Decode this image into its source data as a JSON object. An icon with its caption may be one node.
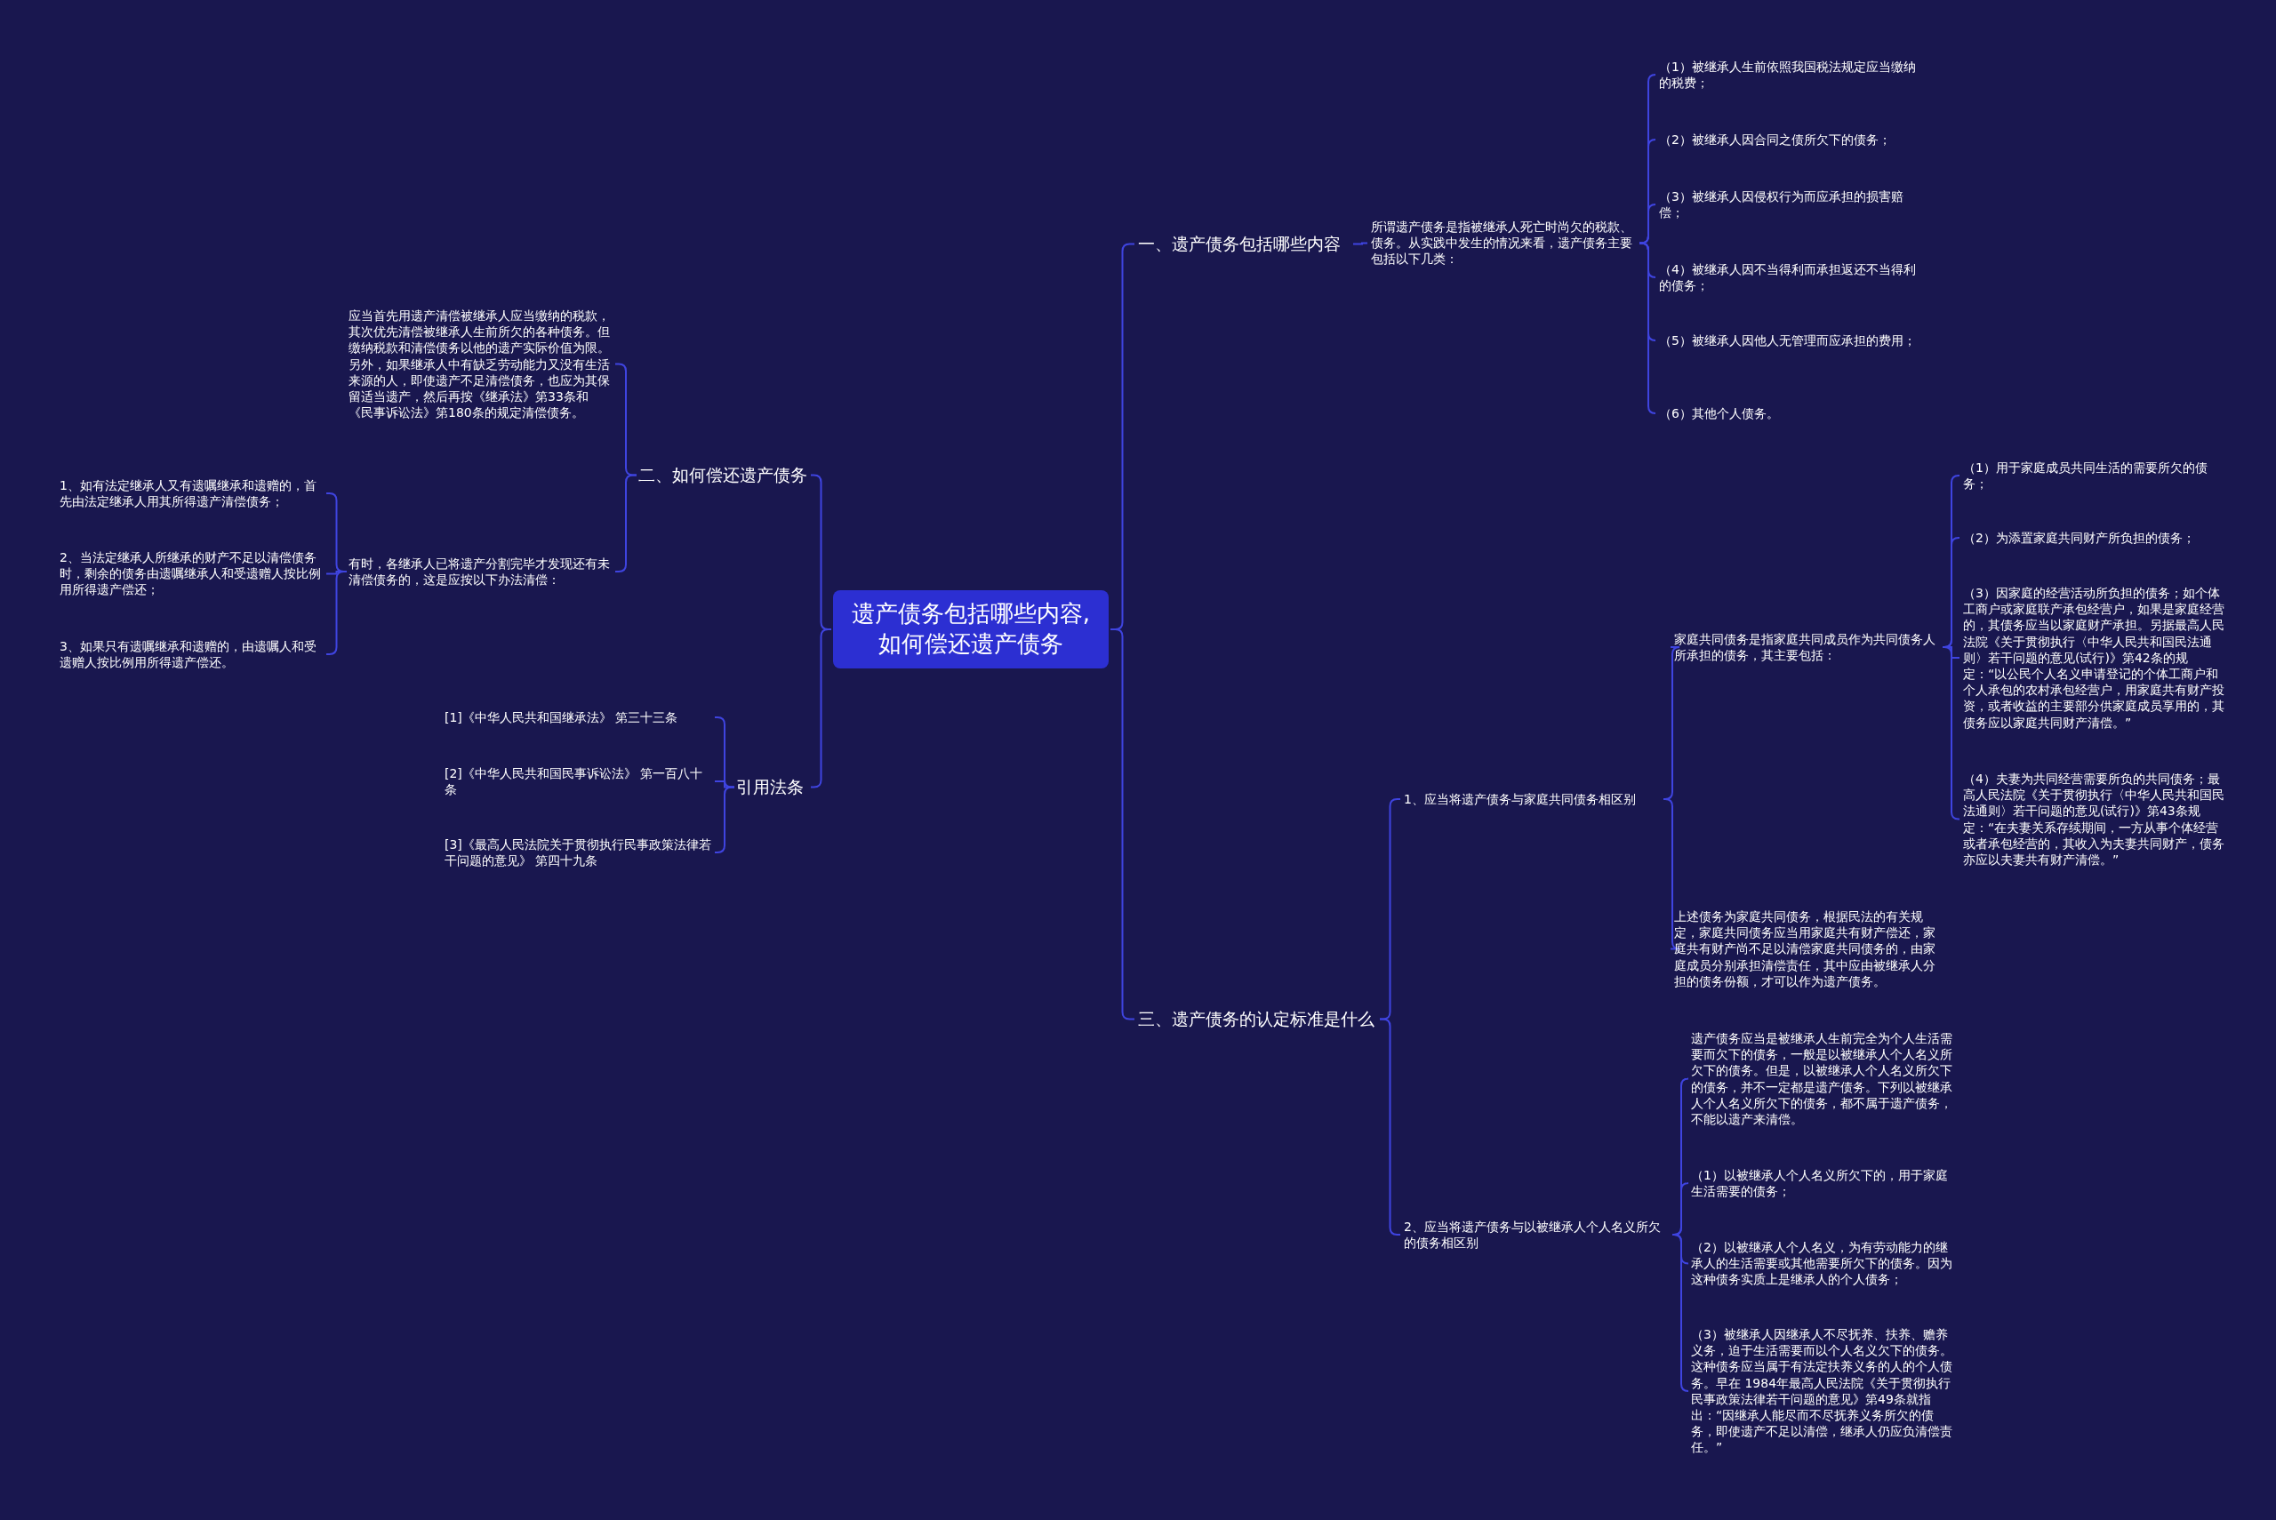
{
  "diagram": {
    "nodes": [
      {
        "text": [
          "遗产债务包括哪些内容,如何偿还遗产债务"
        ]
      },
      {
        "text": [
          "一、遗产债务包括哪些内容"
        ]
      },
      {
        "text": [
          "所谓遗产债务是指被继承人死亡时尚欠的税款、债务。从实践中发生的情况来看，遗产债务主要包括以下几类："
        ]
      },
      {
        "text": [
          "（1）被继承人生前依照我国税法规定应当缴纳的税费；"
        ]
      },
      {
        "text": [
          "（2）被继承人因合同之债所欠下的债务；"
        ]
      },
      {
        "text": [
          "（3）被继承人因侵权行为而应承担的损害赔偿；"
        ]
      },
      {
        "text": [
          "（4）被继承人因不当得利而承担返还不当得利的债务；"
        ]
      },
      {
        "text": [
          "（5）被继承人因他人无管理而应承担的费用；"
        ]
      },
      {
        "text": [
          "（6）其他个人债务。"
        ]
      },
      {
        "text": [
          "三、遗产债务的认定标准是什么"
        ]
      },
      {
        "text": [
          "1、应当将遗产债务与家庭共同债务相区别"
        ]
      },
      {
        "text": [
          "家庭共同债务是指家庭共同成员作为共同债务人所承担的债务，其主要包括："
        ]
      },
      {
        "text": [
          "（1）用于家庭成员共同生活的需要所欠的债务；"
        ]
      },
      {
        "text": [
          "（2）为添置家庭共同财产所负担的债务；"
        ]
      },
      {
        "text": [
          "（3）因家庭的经营活动所负担的债务；如个体工商户或家庭联产承包经营户，如果是家庭经营的，其债务应当以家庭财产承担。另据最高人民法院《关于贯彻执行〈中华人民共和国民法通则〉若干问题的意见(试行)》第42条的规定：“以公民个人名义申请登记的个体工商户和个人承包的农村承包经营户，用家庭共有财产投资，或者收益的主要部分供家庭成员享用的，其债务应以家庭共同财产清偿。”"
        ]
      },
      {
        "text": [
          "（4）夫妻为共同经营需要所负的共同债务；最高人民法院《关于贯彻执行〈中华人民共和国民法通则〉若干问题的意见(试行)》第43条规定：“在夫妻关系存续期间，一方从事个体经营或者承包经营的，其收入为夫妻共同财产，债务亦应以夫妻共有财产清偿。”"
        ]
      },
      {
        "text": [
          "上述债务为家庭共同债务，根据民法的有关规定，家庭共同债务应当用家庭共有财产偿还，家庭共有财产尚不足以清偿家庭共同债务的，由家庭成员分别承担清偿责任，其中应由被继承人分担的债务份额，才可以作为遗产债务。"
        ]
      },
      {
        "text": [
          "2、应当将遗产债务与以被继承人个人名义所欠的债务相区别"
        ]
      },
      {
        "text": [
          "遗产债务应当是被继承人生前完全为个人生活需要而欠下的债务，一般是以被继承人个人名义所欠下的债务。但是，以被继承人个人名义所欠下的债务，并不一定都是遗产债务。下列以被继承人个人名义所欠下的债务，都不属于遗产债务，不能以遗产来清偿。"
        ]
      },
      {
        "text": [
          "（1）以被继承人个人名义所欠下的，用于家庭生活需要的债务；"
        ]
      },
      {
        "text": [
          "（2）以被继承人个人名义，为有劳动能力的继承人的生活需要或其他需要所欠下的债务。因为这种债务实质上是继承人的个人债务；"
        ]
      },
      {
        "text": [
          "（3）被继承人因继承人不尽抚养、扶养、赡养义务，迫于生活需要而以个人名义欠下的债务。这种债务应当属于有法定扶养义务的人的个人债务。早在 1984年最高人民法院《关于贯彻执行民事政策法律若干问题的意见》第49条就指出：“因继承人能尽而不尽抚养义务所欠的债务，即使遗产不足以清偿，继承人仍应负清偿责任。”"
        ]
      },
      {
        "text": [
          "二、如何偿还遗产债务"
        ]
      },
      {
        "text": [
          "应当首先用遗产清偿被继承人应当缴纳的税款，其次优先清偿被继承人生前所欠的各种债务。但缴纳税款和清偿债务以他的遗产实际价值为限。另外，如果继承人中有缺乏劳动能力又没有生活来源的人，即使遗产不足清偿债务，也应为其保留适当遗产，然后再按《继承法》第33条和《民事诉讼法》第180条的规定清偿债务。"
        ]
      },
      {
        "text": [
          "有时，各继承人已将遗产分割完毕才发现还有未清偿债务的，这是应按以下办法清偿："
        ]
      },
      {
        "text": [
          "1、如有法定继承人又有遗嘱继承和遗赠的，首先由法定继承人用其所得遗产清偿债务；"
        ]
      },
      {
        "text": [
          "2、当法定继承人所继承的财产不足以清偿债务时，剩余的债务由遗嘱继承人和受遗赠人按比例用所得遗产偿还；"
        ]
      },
      {
        "text": [
          "3、如果只有遗嘱继承和遗赠的，由遗嘱人和受遗赠人按比例用所得遗产偿还。"
        ]
      },
      {
        "text": [
          "引用法条"
        ]
      },
      {
        "text": [
          "[1]《中华人民共和国继承法》 第三十三条"
        ]
      },
      {
        "text": [
          "[2]《中华人民共和国民事诉讼法》 第一百八十条"
        ]
      },
      {
        "text": [
          "[3]《最高人民法院关于贯彻执行民事政策法律若干问题的意见》 第四十九条"
        ]
      }
    ],
    "edges": [
      {
        "from": 0,
        "to": 1,
        "arrow": "none"
      },
      {
        "from": 1,
        "to": 2,
        "arrow": "none"
      },
      {
        "from": 2,
        "to": 3,
        "arrow": "none"
      },
      {
        "from": 2,
        "to": 4,
        "arrow": "none"
      },
      {
        "from": 2,
        "to": 5,
        "arrow": "none"
      },
      {
        "from": 2,
        "to": 6,
        "arrow": "none"
      },
      {
        "from": 2,
        "to": 7,
        "arrow": "none"
      },
      {
        "from": 2,
        "to": 8,
        "arrow": "none"
      },
      {
        "from": 0,
        "to": 9,
        "arrow": "none"
      },
      {
        "from": 9,
        "to": 10,
        "arrow": "none"
      },
      {
        "from": 10,
        "to": 11,
        "arrow": "none"
      },
      {
        "from": 11,
        "to": 12,
        "arrow": "none"
      },
      {
        "from": 11,
        "to": 13,
        "arrow": "none"
      },
      {
        "from": 11,
        "to": 14,
        "arrow": "none"
      },
      {
        "from": 11,
        "to": 15,
        "arrow": "none"
      },
      {
        "from": 10,
        "to": 16,
        "arrow": "none"
      },
      {
        "from": 9,
        "to": 17,
        "arrow": "none"
      },
      {
        "from": 17,
        "to": 18,
        "arrow": "none"
      },
      {
        "from": 17,
        "to": 19,
        "arrow": "none"
      },
      {
        "from": 17,
        "to": 20,
        "arrow": "none"
      },
      {
        "from": 17,
        "to": 21,
        "arrow": "none"
      },
      {
        "from": 0,
        "to": 22,
        "arrow": "none"
      },
      {
        "from": 22,
        "to": 23,
        "arrow": "none"
      },
      {
        "from": 22,
        "to": 24,
        "arrow": "none"
      },
      {
        "from": 24,
        "to": 25,
        "arrow": "none"
      },
      {
        "from": 24,
        "to": 26,
        "arrow": "none"
      },
      {
        "from": 24,
        "to": 27,
        "arrow": "none"
      },
      {
        "from": 0,
        "to": 28,
        "arrow": "none"
      },
      {
        "from": 28,
        "to": 29,
        "arrow": "none"
      },
      {
        "from": 28,
        "to": 30,
        "arrow": "none"
      },
      {
        "from": 28,
        "to": 31,
        "arrow": "none"
      }
    ]
  }
}
